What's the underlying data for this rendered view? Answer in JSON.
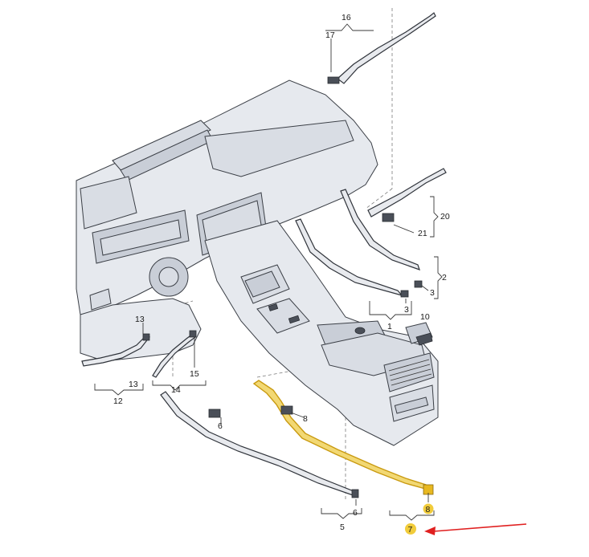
{
  "labels": {
    "p1": "1",
    "p2": "2",
    "p3a": "3",
    "p3b": "3",
    "p5": "5",
    "p6a": "6",
    "p6b": "6",
    "p7": "7",
    "p8a": "8",
    "p8b": "8",
    "p10": "10",
    "p12": "12",
    "p13a": "13",
    "p13b": "13",
    "p14": "14",
    "p15": "15",
    "p16": "16",
    "p17": "17",
    "p20": "20",
    "p21": "21"
  },
  "colors": {
    "highlight_part": "#e8b820",
    "highlight_badge": "#f1cc3b",
    "arrow": "#e02020"
  }
}
